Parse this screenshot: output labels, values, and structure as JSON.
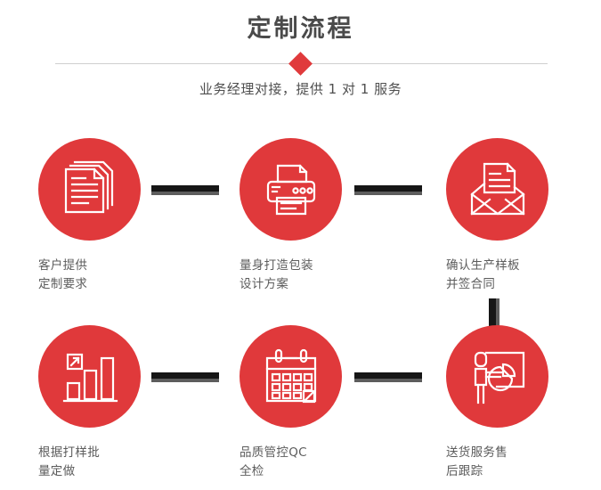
{
  "header": {
    "title": "定制流程",
    "subtitle": "业务经理对接，提供 1 对 1 服务",
    "divider_icon": "diamond-icon"
  },
  "theme": {
    "accent_red": "#e0393b",
    "connector_dark": "#161616",
    "connector_shadow": "#5d5d5d",
    "title_color": "#4a4a4a",
    "label_color": "#5c5c5c",
    "divider_color": "#cfcfcf",
    "background": "#ffffff"
  },
  "steps": [
    {
      "index": 1,
      "icon": "documents-stack-icon",
      "label_line1": "客户提供",
      "label_line2": "定制要求"
    },
    {
      "index": 2,
      "icon": "printer-icon",
      "label_line1": "量身打造包装",
      "label_line2": "设计方案"
    },
    {
      "index": 3,
      "icon": "open-envelope-document-icon",
      "label_line1": "确认生产样板",
      "label_line2": "并签合同"
    },
    {
      "index": 4,
      "icon": "bar-chart-growth-icon",
      "label_line1": "根据打样批",
      "label_line2": "量定做"
    },
    {
      "index": 5,
      "icon": "calendar-check-icon",
      "label_line1": "品质管控QC",
      "label_line2": "全检"
    },
    {
      "index": 6,
      "icon": "presenter-pie-chart-icon",
      "label_line1": "送货服务售",
      "label_line2": "后跟踪"
    }
  ],
  "connectors": [
    {
      "name": "connector-step1-step2",
      "orientation": "horizontal"
    },
    {
      "name": "connector-step2-step3",
      "orientation": "horizontal"
    },
    {
      "name": "connector-step3-step6",
      "orientation": "vertical"
    },
    {
      "name": "connector-step4-step5",
      "orientation": "horizontal"
    },
    {
      "name": "connector-step5-step6",
      "orientation": "horizontal"
    }
  ]
}
